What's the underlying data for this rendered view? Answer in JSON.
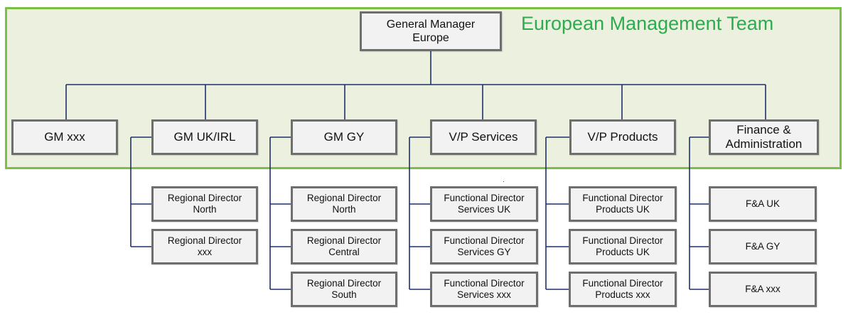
{
  "panel": {
    "title": "European Management Team",
    "accent_color": "#2eab4e",
    "border_color": "#7ac143",
    "fill_color": "#ebf1de"
  },
  "top": {
    "id": "general-manager-europe",
    "lines": [
      "General Manager",
      "Europe"
    ]
  },
  "level1": [
    {
      "id": "gm-xxx",
      "lines": [
        "GM xxx"
      ]
    },
    {
      "id": "gm-uk-irl",
      "lines": [
        "GM UK/IRL"
      ]
    },
    {
      "id": "gm-gy",
      "lines": [
        "GM GY"
      ]
    },
    {
      "id": "vp-services",
      "lines": [
        "V/P Services"
      ]
    },
    {
      "id": "vp-products",
      "lines": [
        "V/P Products"
      ]
    },
    {
      "id": "finance-administration",
      "lines": [
        "Finance &",
        "Administration"
      ]
    }
  ],
  "level2": {
    "gm-uk-irl": [
      {
        "lines": [
          "Regional Director",
          "North"
        ]
      },
      {
        "lines": [
          "Regional Director",
          "xxx"
        ]
      }
    ],
    "gm-gy": [
      {
        "lines": [
          "Regional Director",
          "North"
        ]
      },
      {
        "lines": [
          "Regional Director",
          "Central"
        ]
      },
      {
        "lines": [
          "Regional Director",
          "South"
        ]
      }
    ],
    "vp-services": [
      {
        "lines": [
          "Functional Director",
          "Services UK"
        ]
      },
      {
        "lines": [
          "Functional Director",
          "Services GY"
        ]
      },
      {
        "lines": [
          "Functional Director",
          "Services xxx"
        ]
      }
    ],
    "vp-products": [
      {
        "lines": [
          "Functional Director",
          "Products UK"
        ]
      },
      {
        "lines": [
          "Functional Director",
          "Products UK"
        ]
      },
      {
        "lines": [
          "Functional Director",
          "Products xxx"
        ]
      }
    ],
    "finance-administration": [
      {
        "lines": [
          "F&A UK"
        ]
      },
      {
        "lines": [
          "F&A GY"
        ]
      },
      {
        "lines": [
          "F&A xxx"
        ]
      }
    ]
  },
  "connector_color": "#1f2f6b"
}
